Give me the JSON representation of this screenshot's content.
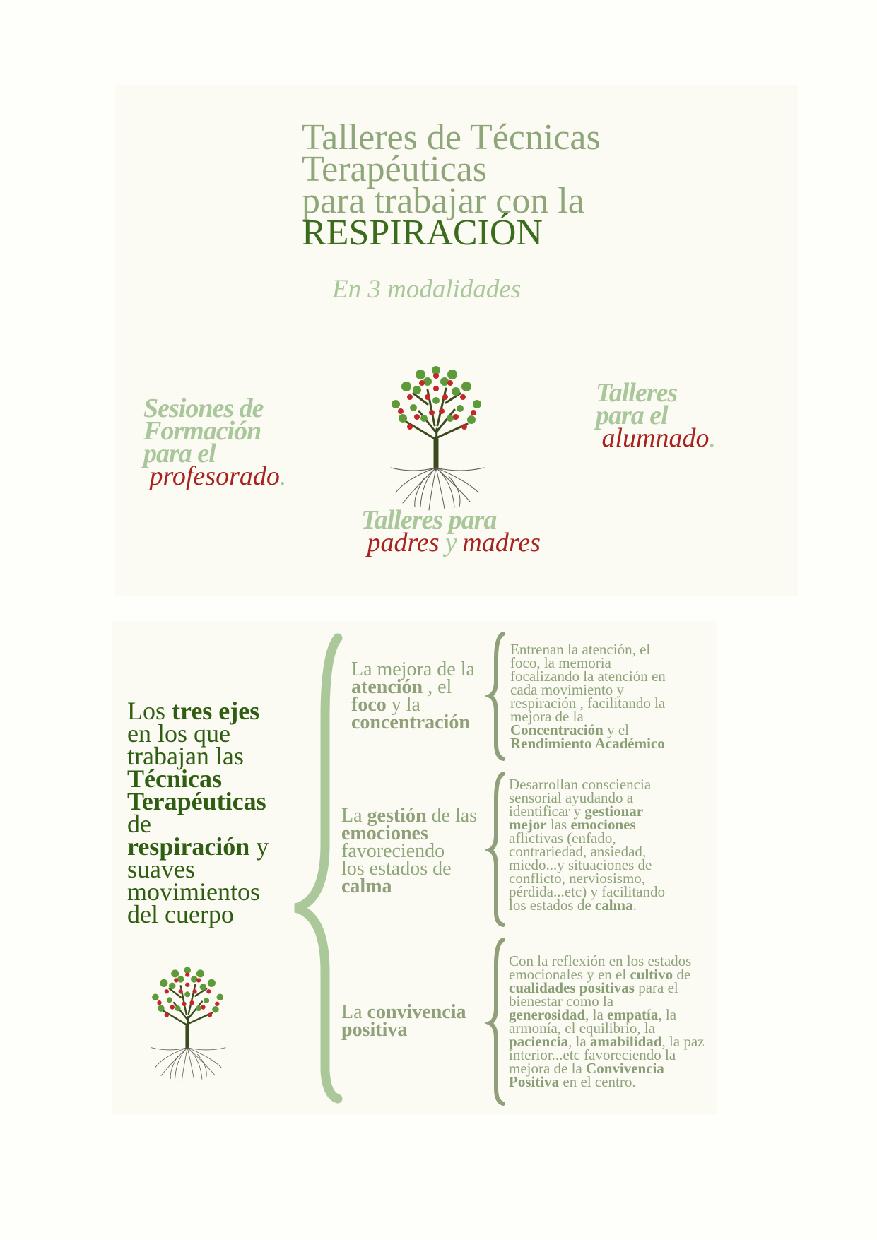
{
  "colors": {
    "title": "#8fa67a",
    "accent": "#3b6b1c",
    "subtitle": "#a9c79a",
    "red": "#a8221f",
    "brace_big": "#aac89a",
    "brace_small": "#8fa07a"
  },
  "header": {
    "title_lines": [
      "Talleres de Técnicas",
      "Terapéuticas",
      "para trabajar con la"
    ],
    "title_accent": "RESPIRACIÓN",
    "subtitle": "En 3 modalidades"
  },
  "modalities": {
    "profesorado": {
      "lines": [
        "Sesiones de",
        "Formación",
        "para el"
      ],
      "highlight": "profesorado",
      "dot": "."
    },
    "alumnado": {
      "lines": [
        "Talleres",
        "para el"
      ],
      "highlight": "alumnado",
      "dot": "."
    },
    "padres": {
      "line1": "Talleres para",
      "w1": "padres",
      "y": "y",
      "w2": "madres"
    }
  },
  "axes": {
    "intro": [
      [
        {
          "t": "Los "
        },
        {
          "t": "tres ejes",
          "b": 1
        }
      ],
      [
        {
          "t": " en los que"
        }
      ],
      [
        {
          "t": "trabajan las"
        }
      ],
      [
        {
          "t": " Técnicas",
          "b": 1
        }
      ],
      [
        {
          "t": "Terapéuticas",
          "b": 1
        }
      ],
      [
        {
          "t": "de"
        }
      ],
      [
        {
          "t": " respiración",
          "b": 1
        },
        {
          "t": " y"
        }
      ],
      [
        {
          "t": "suaves"
        }
      ],
      [
        {
          "t": "movimientos"
        }
      ],
      [
        {
          "t": "del cuerpo"
        }
      ]
    ],
    "items": [
      {
        "title": [
          [
            {
              "t": "La mejora de la"
            }
          ],
          [
            {
              "t": " atención",
              "b": 1
            },
            {
              "t": " , el"
            }
          ],
          [
            {
              "t": " foco",
              "b": 1
            },
            {
              "t": " y la"
            }
          ],
          [
            {
              "t": " concentración",
              "b": 1
            }
          ]
        ],
        "desc": [
          [
            {
              "t": "Entrenan la atención, el"
            }
          ],
          [
            {
              "t": "foco, la memoria"
            }
          ],
          [
            {
              "t": "focalizando la atención en"
            }
          ],
          [
            {
              "t": "cada movimiento y"
            }
          ],
          [
            {
              "t": "respiración , facilitando  la"
            }
          ],
          [
            {
              "t": "mejora de la"
            }
          ],
          [
            {
              "t": " Concentración",
              "b": 1
            },
            {
              "t": " y el"
            }
          ],
          [
            {
              "t": " Rendimiento Académico",
              "b": 1
            }
          ]
        ]
      },
      {
        "title": [
          [
            {
              "t": "La "
            },
            {
              "t": "gestión",
              "b": 1
            },
            {
              "t": " de las"
            }
          ],
          [
            {
              "t": " emociones",
              "b": 1
            }
          ],
          [
            {
              "t": " favoreciendo"
            }
          ],
          [
            {
              "t": "los estados de"
            }
          ],
          [
            {
              "t": " calma",
              "b": 1
            }
          ]
        ],
        "desc": [
          [
            {
              "t": "Desarrollan consciencia"
            }
          ],
          [
            {
              "t": "sensorial ayudando a"
            }
          ],
          [
            {
              "t": "identificar y "
            },
            {
              "t": "gestionar",
              "b": 1
            }
          ],
          [
            {
              "t": " mejor",
              "b": 1
            },
            {
              "t": " las "
            },
            {
              "t": "emociones",
              "b": 1
            }
          ],
          [
            {
              "t": " aflictivas  (enfado,"
            }
          ],
          [
            {
              "t": "contrariedad, ansiedad,"
            }
          ],
          [
            {
              "t": "miedo...y situaciones de"
            }
          ],
          [
            {
              "t": "conflicto, nerviosismo,"
            }
          ],
          [
            {
              "t": "pérdida...etc) y facilitando"
            }
          ],
          [
            {
              "t": "los estados de "
            },
            {
              "t": "calma",
              "b": 1
            },
            {
              "t": "."
            }
          ]
        ]
      },
      {
        "title": [
          [
            {
              "t": "La "
            },
            {
              "t": "convivencia",
              "b": 1
            }
          ],
          [
            {
              "t": "positiva",
              "b": 1
            }
          ]
        ],
        "desc": [
          [
            {
              "t": "Con la reflexión en los estados"
            }
          ],
          [
            {
              "t": "emocionales y en el "
            },
            {
              "t": "cultivo",
              "b": 1
            },
            {
              "t": " de"
            }
          ],
          [
            {
              "t": " cualidades positivas",
              "b": 1
            },
            {
              "t": " para el"
            }
          ],
          [
            {
              "t": "bienestar como la"
            }
          ],
          [
            {
              "t": " generosidad",
              "b": 1
            },
            {
              "t": ", la "
            },
            {
              "t": "empatía",
              "b": 1
            },
            {
              "t": ", la"
            }
          ],
          [
            {
              "t": "armonía, el equilibrio, la"
            }
          ],
          [
            {
              "t": " paciencia",
              "b": 1
            },
            {
              "t": ", la "
            },
            {
              "t": "amabilidad",
              "b": 1
            },
            {
              "t": ", la paz"
            }
          ],
          [
            {
              "t": "interior...etc favoreciendo la"
            }
          ],
          [
            {
              "t": "mejora de la "
            },
            {
              "t": "Convivencia",
              "b": 1
            }
          ],
          [
            {
              "t": "Positiva",
              "b": 1
            },
            {
              "t": " en el centro."
            }
          ]
        ]
      }
    ]
  }
}
